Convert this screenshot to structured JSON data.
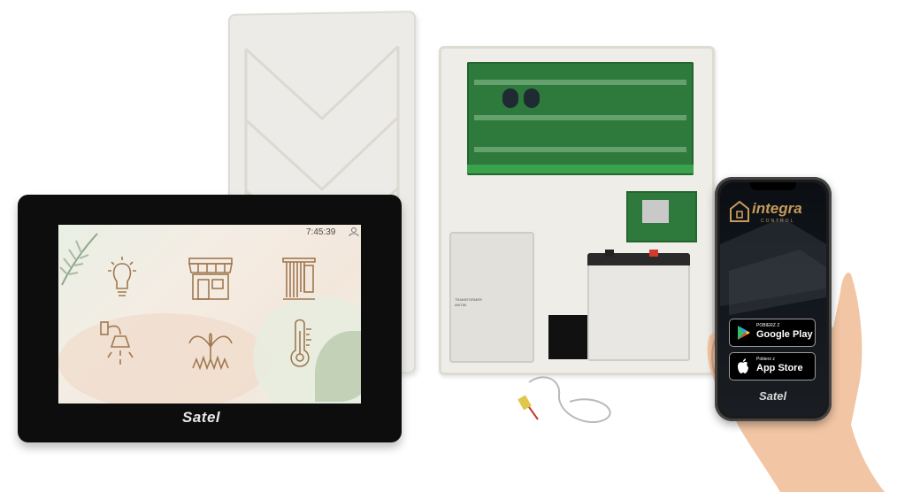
{
  "keypad": {
    "time": "7:45:39",
    "logo": "Satel",
    "tiles": [
      "lightbulb-icon",
      "awning-shop-icon",
      "blinds-icon",
      "wall-lamp-icon",
      "sprinkler-icon",
      "thermometer-icon"
    ]
  },
  "transformer": {
    "label": "TRANSFORMER\nAWT80"
  },
  "phone": {
    "app_name": "integra",
    "app_subtitle": "CONTROL",
    "google": {
      "small": "POBIERZ Z",
      "big": "Google Play"
    },
    "apple": {
      "small": "Pobierz z",
      "big": "App Store"
    },
    "logo": "Satel"
  },
  "colors": {
    "brand_gold": "#c79a5a",
    "keypad_frame": "#0d0d0d",
    "pcb_green": "#2e7a3c"
  }
}
